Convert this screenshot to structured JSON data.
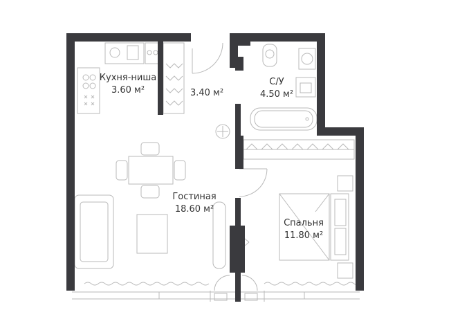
{
  "colors": {
    "wall": "#3a3a3e",
    "furniture": "#b9b9b9",
    "text": "#333333"
  },
  "rooms": {
    "kitchen": {
      "name": "Кухня-ниша",
      "area": "3.60 м²"
    },
    "hall": {
      "area": "3.40 м²"
    },
    "bathroom": {
      "name": "С/У",
      "area": "4.50 м²"
    },
    "living": {
      "name": "Гостиная",
      "area": "18.60 м²"
    },
    "bedroom": {
      "name": "Спальня",
      "area": "11.80 м²"
    }
  }
}
